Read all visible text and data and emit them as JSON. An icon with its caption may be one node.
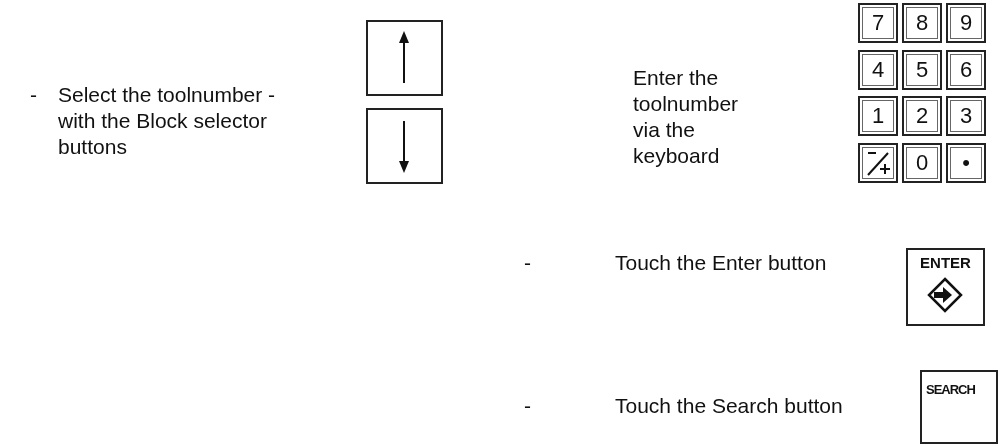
{
  "diagram": {
    "nodes": [
      {
        "text": [],
        "shape": "box"
      },
      {
        "text": [],
        "shape": "box"
      },
      {
        "text": [
          "7"
        ]
      },
      {
        "text": [
          "8"
        ]
      },
      {
        "text": [
          "9"
        ]
      },
      {
        "text": [
          "4"
        ]
      },
      {
        "text": [
          "5"
        ]
      },
      {
        "text": [
          "6"
        ]
      },
      {
        "text": [
          "1"
        ]
      },
      {
        "text": [
          "2"
        ]
      },
      {
        "text": [
          "3"
        ]
      },
      {
        "text": [],
        "shape": "box"
      },
      {
        "text": [
          "0"
        ]
      },
      {
        "text": [
          "•"
        ]
      },
      {
        "text": [
          "ENTER"
        ]
      },
      {
        "text": [
          "SEARCH"
        ]
      }
    ],
    "labels": [
      "-",
      "Select the toolnumber - with the Block selector buttons",
      "Enter the toolnumber via the keyboard",
      "-",
      "Touch the Enter button",
      "-",
      "Touch the Search button"
    ]
  }
}
